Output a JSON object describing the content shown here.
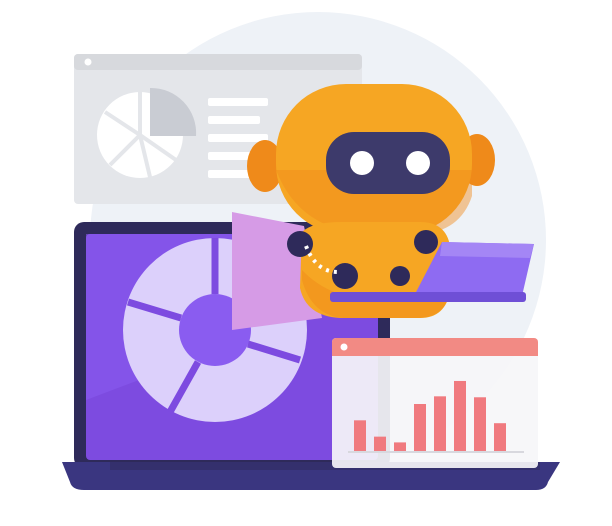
{
  "illustration": {
    "subject": "robot-analyzing-charts-on-laptop",
    "icons": [
      "backdrop-circle",
      "report-window-icon",
      "pie-chart-icon",
      "laptop-icon",
      "donut-chart-icon",
      "robot-icon",
      "robot-laptop-icon",
      "bar-chart-window-icon"
    ],
    "colors": {
      "backdrop": "#eef2f7",
      "report_window": "#e4e6ea",
      "report_window_bar": "#d7d9dd",
      "laptop_screen": "#7d4be0",
      "laptop_frame": "#2e2a5a",
      "laptop_base": "#3a3680",
      "donut_light": "#dcd0fb",
      "donut_center": "#8a5cf0",
      "robot_body": "#f6a623",
      "robot_shade": "#ef8a1a",
      "robot_visor": "#3d3a6b",
      "robot_eye": "#ffffff",
      "robot_joint": "#2e2a5a",
      "robot_laptop": "#8e6bf2",
      "pink_panel": "#d69be6",
      "bar_window_header": "#f28a84",
      "bar_window_body": "#f6f6f8",
      "bar_fill": "#f07a7f"
    },
    "bar_window_bars": [
      0.33,
      0.16,
      0.1,
      0.5,
      0.58,
      0.74,
      0.57,
      0.3
    ]
  }
}
